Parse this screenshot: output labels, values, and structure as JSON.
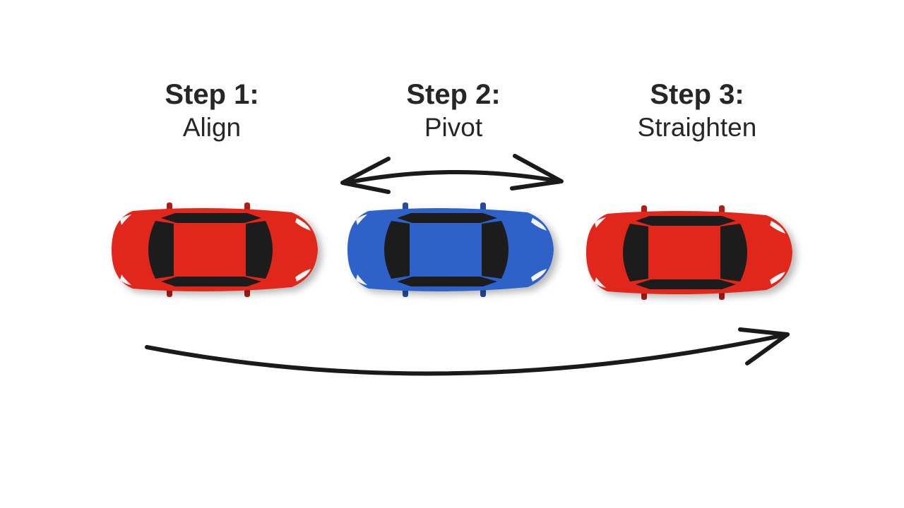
{
  "steps": [
    {
      "title": "Step 1:",
      "action": "Align"
    },
    {
      "title": "Step 2:",
      "action": "Pivot"
    },
    {
      "title": "Step 3:",
      "action": "Straighten"
    }
  ],
  "cars": [
    {
      "name": "red-car-step-1",
      "color": "#e1261c"
    },
    {
      "name": "blue-car-step-2",
      "color": "#2f62c8"
    },
    {
      "name": "red-car-step-3",
      "color": "#e1261c"
    }
  ],
  "colors": {
    "background": "#ffffff",
    "text": "#262626",
    "arrow": "#1a1a1a",
    "window": "#1c1c1c",
    "headlight": "#f4f4f4"
  }
}
